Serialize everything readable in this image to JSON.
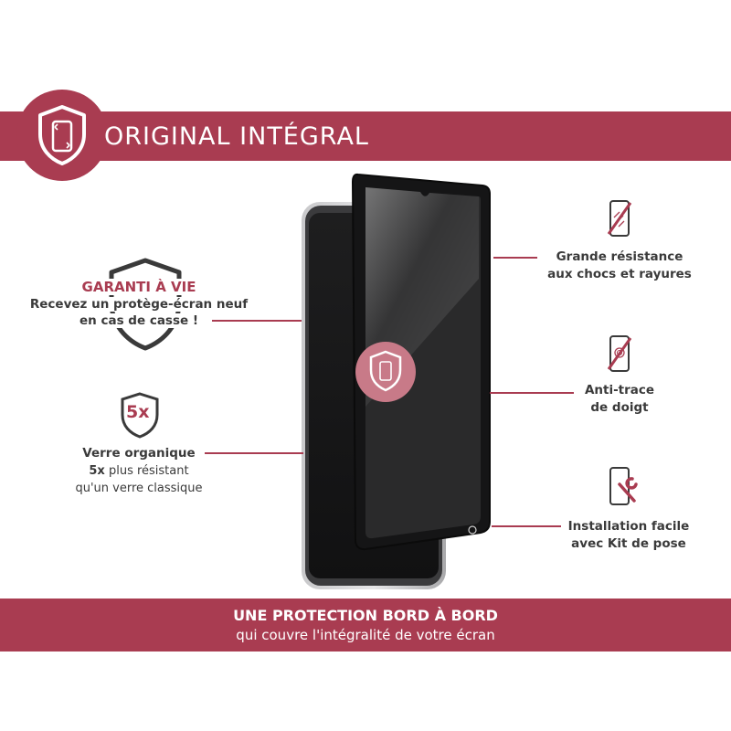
{
  "header": {
    "title": "ORIGINAL INTÉGRAL"
  },
  "left": {
    "guarantee": {
      "title": "GARANTI À VIE",
      "line1": "Recevez un protège-écran neuf",
      "line2": "en cas de casse !"
    },
    "strength": {
      "badge": "5x",
      "line1": "Verre organique",
      "line2_bold": "5x",
      "line2_rest": " plus résistant",
      "line3": "qu'un verre classique"
    }
  },
  "right": {
    "features": [
      {
        "icon": "scratch-resistant-phone-icon",
        "line1": "Grande résistance",
        "line2": "aux chocs et rayures"
      },
      {
        "icon": "anti-fingerprint-phone-icon",
        "line1": "Anti-trace",
        "line2": "de doigt"
      },
      {
        "icon": "phone-wrench-icon",
        "line1": "Installation facile",
        "line2": "avec Kit de pose"
      }
    ]
  },
  "footer": {
    "title": "UNE PROTECTION BORD À BORD",
    "subtitle": "qui couvre l'intégralité de votre écran"
  },
  "colors": {
    "accent": "#a93c51",
    "text": "#3a3a3a",
    "background": "#ffffff"
  }
}
